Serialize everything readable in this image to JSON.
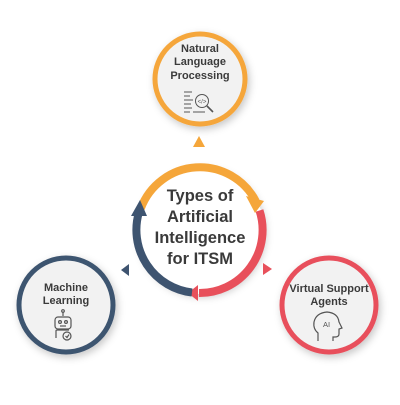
{
  "diagram": {
    "center": {
      "title_lines": [
        "Types of",
        "Artificial",
        "Intelligence",
        "for ITSM"
      ]
    },
    "nodes": [
      {
        "id": "nlp",
        "label_lines": [
          "Natural",
          "Language",
          "Processing"
        ],
        "icon": "document-search-icon",
        "color": "#f5a63a"
      },
      {
        "id": "ml",
        "label_lines": [
          "Machine",
          "Learning"
        ],
        "icon": "robot-icon",
        "color": "#3e5470"
      },
      {
        "id": "vsa",
        "label_lines": [
          "Virtual Support",
          "Agents"
        ],
        "icon": "ai-head-icon",
        "color": "#e8505b",
        "icon_text": "AI"
      }
    ],
    "colors": {
      "orange": "#f5a63a",
      "navy": "#3e5470",
      "red": "#e8505b",
      "circle_fill": "#f2f2f2",
      "text": "#3b3b3b",
      "icon_stroke": "#555555"
    }
  }
}
